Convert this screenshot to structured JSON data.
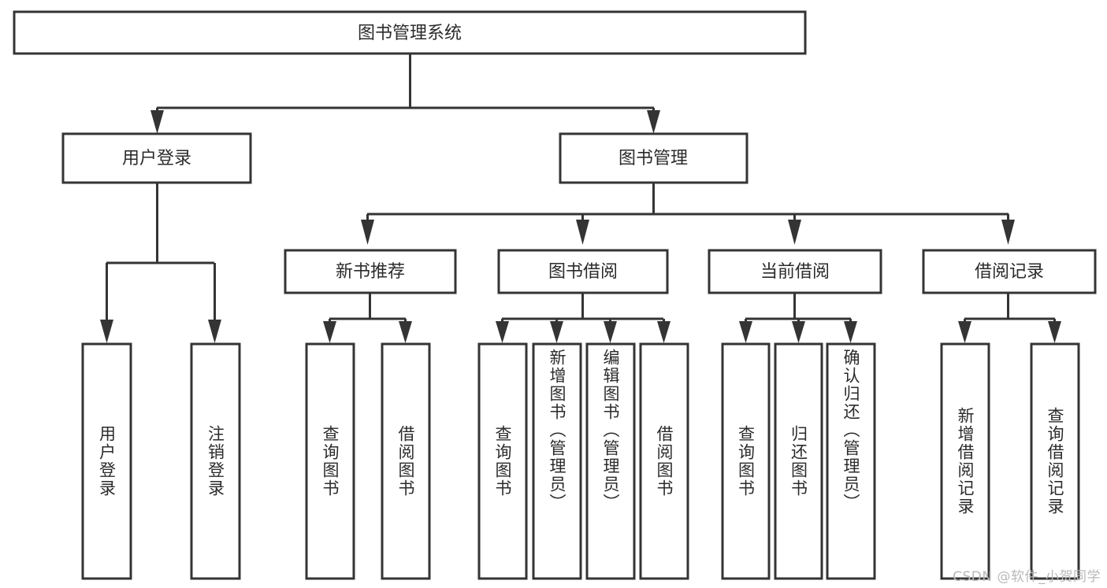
{
  "diagram": {
    "type": "tree",
    "orientation": "top-down",
    "title": "图书管理系统",
    "watermark": "CSDN @软件_小贺同学",
    "colors": {
      "stroke": "#343434",
      "box_fill": "#ffffff",
      "text": "#2b2b2b",
      "background": "#ffffff",
      "watermark": "#b9b9b9"
    },
    "levels": [
      {
        "level": 0,
        "nodes": [
          {
            "id": "root",
            "label": "图书管理系统",
            "orient": "horizontal"
          }
        ]
      },
      {
        "level": 1,
        "nodes": [
          {
            "id": "login",
            "label": "用户登录",
            "orient": "horizontal",
            "parent": "root"
          },
          {
            "id": "bookmgmt",
            "label": "图书管理",
            "orient": "horizontal",
            "parent": "root"
          }
        ]
      },
      {
        "level": 2,
        "nodes": [
          {
            "id": "newbook",
            "label": "新书推荐",
            "orient": "horizontal",
            "parent": "bookmgmt"
          },
          {
            "id": "borrow",
            "label": "图书借阅",
            "orient": "horizontal",
            "parent": "bookmgmt"
          },
          {
            "id": "current",
            "label": "当前借阅",
            "orient": "horizontal",
            "parent": "bookmgmt"
          },
          {
            "id": "record",
            "label": "借阅记录",
            "orient": "horizontal",
            "parent": "bookmgmt"
          }
        ]
      },
      {
        "level": 3,
        "nodes": [
          {
            "id": "leaf-1",
            "label": "用户登录",
            "orient": "vertical",
            "parent": "login"
          },
          {
            "id": "leaf-2",
            "label": "注销登录",
            "orient": "vertical",
            "parent": "login"
          },
          {
            "id": "leaf-3",
            "label": "查询图书",
            "orient": "vertical",
            "parent": "newbook"
          },
          {
            "id": "leaf-4",
            "label": "借阅图书",
            "orient": "vertical",
            "parent": "newbook"
          },
          {
            "id": "leaf-5",
            "label": "查询图书",
            "orient": "vertical",
            "parent": "borrow"
          },
          {
            "id": "leaf-6",
            "label": "新增图书（管理员）",
            "orient": "vertical",
            "parent": "borrow"
          },
          {
            "id": "leaf-7",
            "label": "编辑图书（管理员）",
            "orient": "vertical",
            "parent": "borrow"
          },
          {
            "id": "leaf-8",
            "label": "借阅图书",
            "orient": "vertical",
            "parent": "borrow"
          },
          {
            "id": "leaf-9",
            "label": "查询图书",
            "orient": "vertical",
            "parent": "current"
          },
          {
            "id": "leaf-10",
            "label": "归还图书",
            "orient": "vertical",
            "parent": "current"
          },
          {
            "id": "leaf-11",
            "label": "确认归还（管理员）",
            "orient": "vertical",
            "parent": "current"
          },
          {
            "id": "leaf-12",
            "label": "新增借阅记录",
            "orient": "vertical",
            "parent": "record"
          },
          {
            "id": "leaf-13",
            "label": "查询借阅记录",
            "orient": "vertical",
            "parent": "record"
          }
        ]
      }
    ]
  }
}
